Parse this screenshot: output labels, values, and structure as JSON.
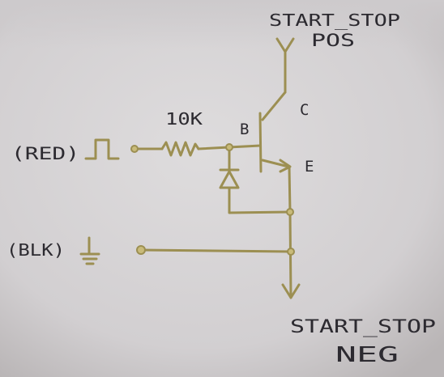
{
  "labels": {
    "pos_net": [
      "START_STOP",
      "POS"
    ],
    "neg_net": [
      "START_STOP",
      "NEG"
    ],
    "input_red": "(RED)",
    "input_blk": "(BLK)",
    "resistor_value": "10K",
    "base": "B",
    "collector": "C",
    "emitter": "E"
  },
  "colors": {
    "paper": "#d6d3d5",
    "ink_text": "#2c2a30",
    "ink_wire": "#9c8f52",
    "ink_wire_highlight": "#c9bb7a"
  },
  "icons": {
    "pulse": "square-pulse-icon",
    "ground": "ground-symbol-icon",
    "diode": "diode-icon",
    "transistor": "npn-transistor-icon"
  }
}
